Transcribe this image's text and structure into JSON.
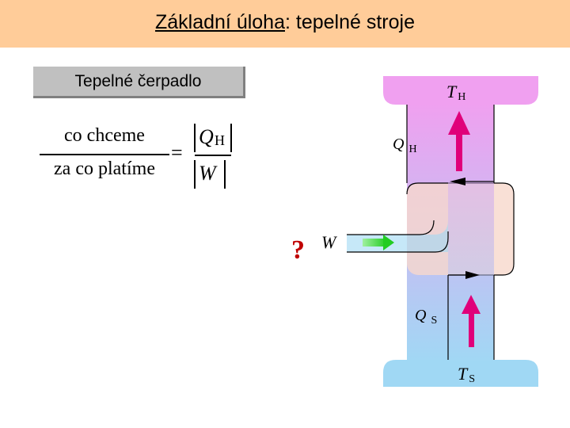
{
  "title": {
    "underlined": "Základní úloha",
    "rest": ": tepelné stroje"
  },
  "label": "Tepelné čerpadlo",
  "formula": {
    "numerator": "co chceme",
    "denominator": "za co platíme",
    "equals": "=",
    "q_symbol": "Q",
    "q_subscript": "H",
    "w_symbol": "W"
  },
  "diagram": {
    "hot_reservoir": {
      "symbol": "T",
      "subscript": "H"
    },
    "cold_reservoir": {
      "symbol": "T",
      "subscript": "S"
    },
    "heat_hot": {
      "symbol": "Q",
      "subscript": "H"
    },
    "heat_cold": {
      "symbol": "Q",
      "subscript": "S"
    },
    "work": "W",
    "question_mark": "?"
  },
  "colors": {
    "title_background": "#ffcc99",
    "label_background": "#c0c0c0",
    "hot_reservoir": "#f0a0f0",
    "cold_reservoir": "#a0d8f4",
    "engine_box": "#f8d8cc",
    "arrow_magenta": "#e0007a",
    "arrow_green": "#44d844",
    "question_mark": "#c00000"
  }
}
